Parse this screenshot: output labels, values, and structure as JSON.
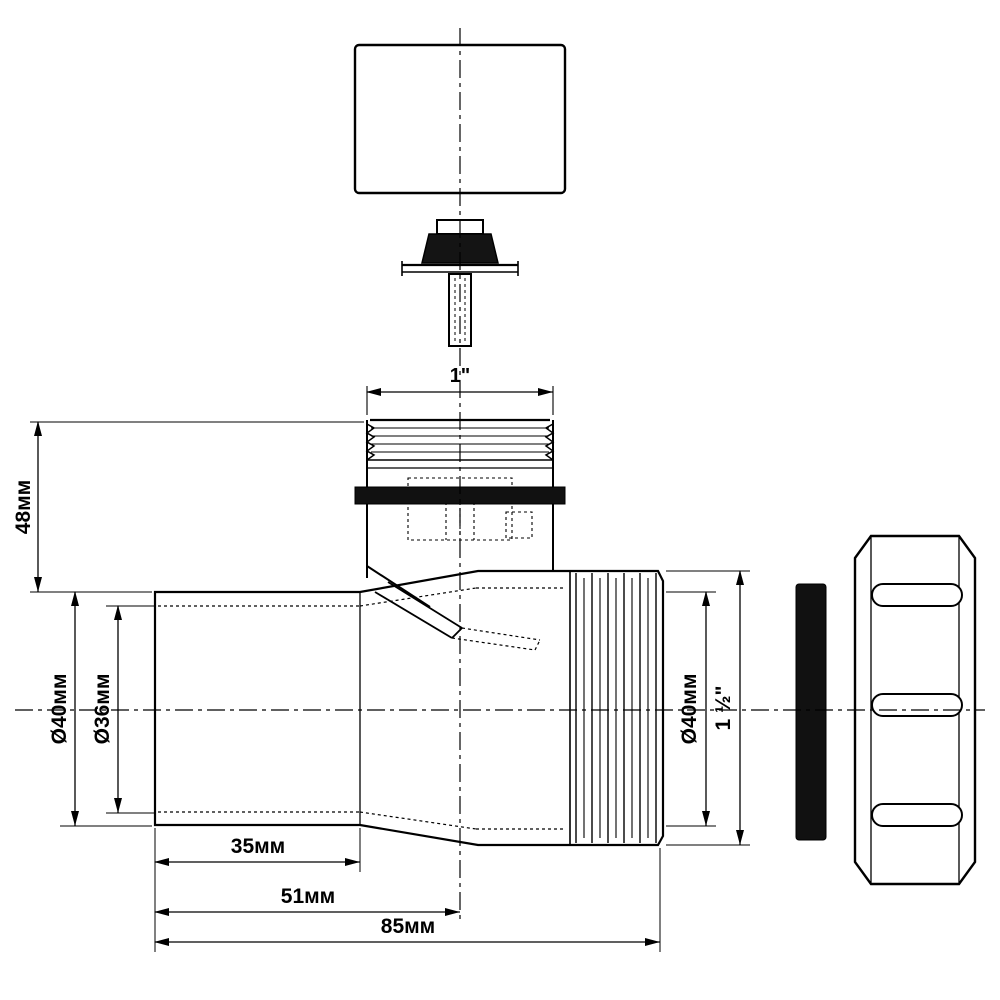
{
  "drawing": {
    "title": "drain-fitting-technical-drawing",
    "dims": {
      "top_thread": "1\"",
      "h48": "48мм",
      "d40_left": "Ø40мм",
      "d36": "Ø36мм",
      "d40_right": "Ø40мм",
      "side_thread": "1 ½\"",
      "l35": "35мм",
      "l51": "51мм",
      "l85": "85мм"
    },
    "colors": {
      "ink": "#000000",
      "paper": "#ffffff",
      "seal": "#111111"
    }
  }
}
